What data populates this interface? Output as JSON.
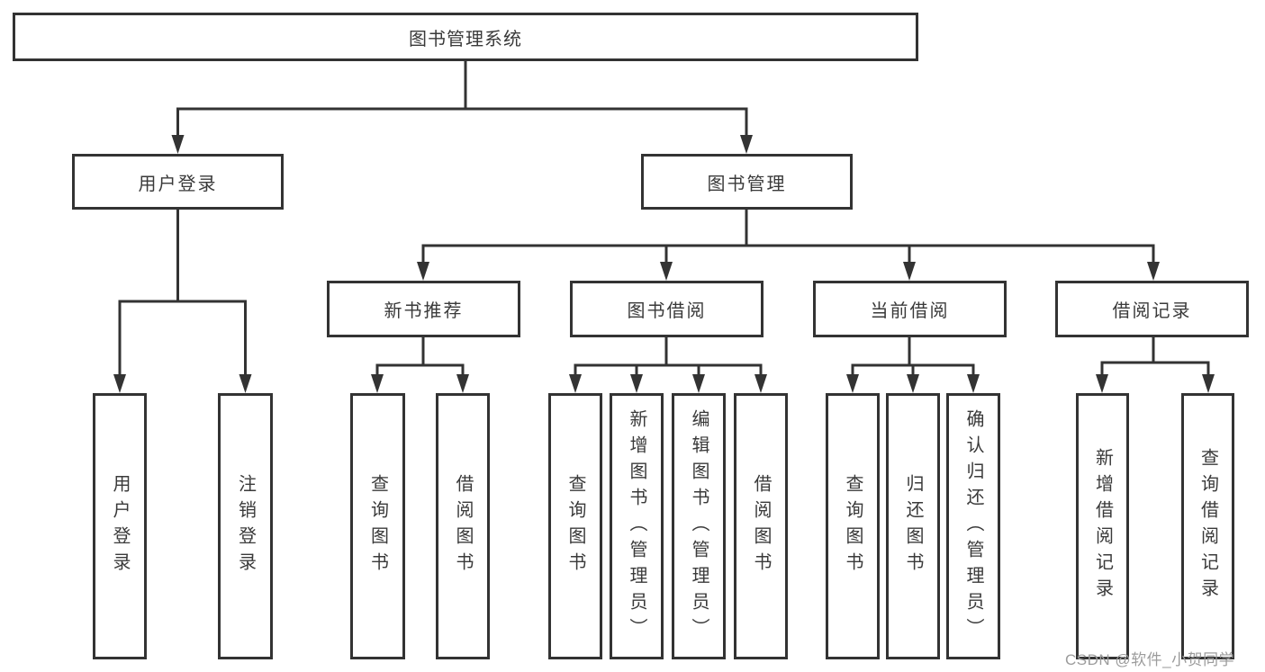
{
  "colors": {
    "line": "#333333",
    "box_border": "#333333",
    "box_background": "#ffffff",
    "text": "#3a3a3a",
    "watermark": "#9c9c9c",
    "page_background": "#ffffff"
  },
  "tree": {
    "label": "图书管理系统",
    "children": [
      {
        "label": "用户登录",
        "children": [
          {
            "label": "用户登录"
          },
          {
            "label": "注销登录"
          }
        ]
      },
      {
        "label": "图书管理",
        "children": [
          {
            "label": "新书推荐",
            "children": [
              {
                "label": "查询图书"
              },
              {
                "label": "借阅图书"
              }
            ]
          },
          {
            "label": "图书借阅",
            "children": [
              {
                "label": "查询图书"
              },
              {
                "label": "新增图书（管理员）"
              },
              {
                "label": "编辑图书（管理员）"
              },
              {
                "label": "借阅图书"
              }
            ]
          },
          {
            "label": "当前借阅",
            "children": [
              {
                "label": "查询图书"
              },
              {
                "label": "归还图书"
              },
              {
                "label": "确认归还（管理员）"
              }
            ]
          },
          {
            "label": "借阅记录",
            "children": [
              {
                "label": "新增借阅记录"
              },
              {
                "label": "查询借阅记录"
              }
            ]
          }
        ]
      }
    ]
  },
  "watermark": {
    "text": "CSDN @软件_小贺同学"
  }
}
